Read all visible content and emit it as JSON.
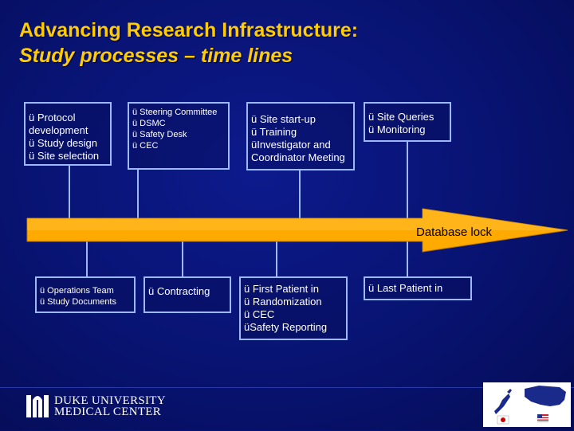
{
  "title": {
    "line1": "Advancing Research Infrastructure:",
    "line2": "Study processes – time lines"
  },
  "top_boxes": [
    {
      "lines": [
        "ü Protocol",
        "development",
        "ü Study design",
        "ü Site selection"
      ]
    },
    {
      "lines": [
        "ü Steering Committee",
        "ü DSMC",
        "ü Safety Desk",
        "ü CEC"
      ]
    },
    {
      "lines": [
        "ü Site start-up",
        "ü Training",
        "üInvestigator and",
        "Coordinator Meeting"
      ]
    },
    {
      "lines": [
        "ü Site Queries",
        "ü Monitoring"
      ]
    }
  ],
  "bottom_boxes": [
    {
      "lines": [
        "ü  Operations Team",
        "ü Study Documents"
      ]
    },
    {
      "lines": [
        "ü Contracting"
      ]
    },
    {
      "lines": [
        "ü First Patient in",
        "ü Randomization",
        "ü CEC",
        "üSafety Reporting"
      ]
    },
    {
      "lines": [
        "ü Last Patient in"
      ]
    }
  ],
  "arrow_label": "Database lock",
  "footer": {
    "org_line1": "DUKE UNIVERSITY",
    "org_line2": "MEDICAL CENTER"
  },
  "colors": {
    "title": "#ffcc00",
    "arrow": "#ffaa00",
    "box_border": "#9cb8ff"
  }
}
